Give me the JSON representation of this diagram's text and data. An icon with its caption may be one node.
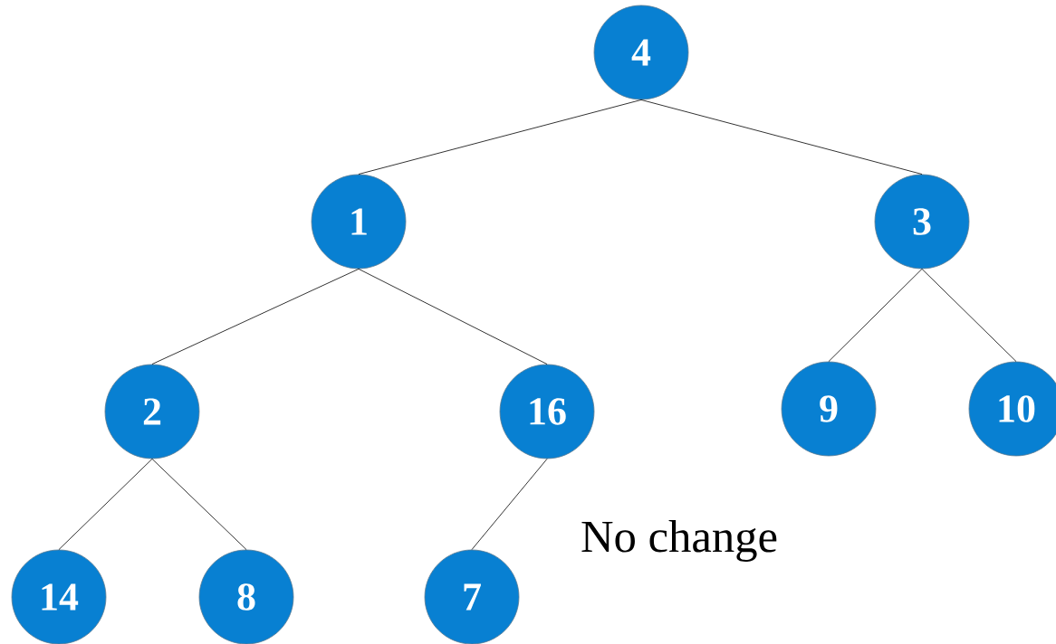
{
  "diagram": {
    "nodes": [
      {
        "text": [
          "4"
        ]
      },
      {
        "text": [
          "1"
        ]
      },
      {
        "text": [
          "3"
        ]
      },
      {
        "text": [
          "2"
        ]
      },
      {
        "text": [
          "16"
        ]
      },
      {
        "text": [
          "9"
        ]
      },
      {
        "text": [
          "10"
        ]
      },
      {
        "text": [
          "14"
        ]
      },
      {
        "text": [
          "8"
        ]
      },
      {
        "text": [
          "7"
        ]
      }
    ],
    "edges": [
      {
        "from": 0,
        "to": 1,
        "arrow": "none"
      },
      {
        "from": 0,
        "to": 2,
        "arrow": "none"
      },
      {
        "from": 1,
        "to": 3,
        "arrow": "none"
      },
      {
        "from": 1,
        "to": 4,
        "arrow": "none"
      },
      {
        "from": 2,
        "to": 5,
        "arrow": "none"
      },
      {
        "from": 2,
        "to": 6,
        "arrow": "none"
      },
      {
        "from": 3,
        "to": 7,
        "arrow": "none"
      },
      {
        "from": 3,
        "to": 8,
        "arrow": "none"
      },
      {
        "from": 4,
        "to": 9,
        "arrow": "none"
      }
    ],
    "labels": [
      "No change"
    ]
  }
}
